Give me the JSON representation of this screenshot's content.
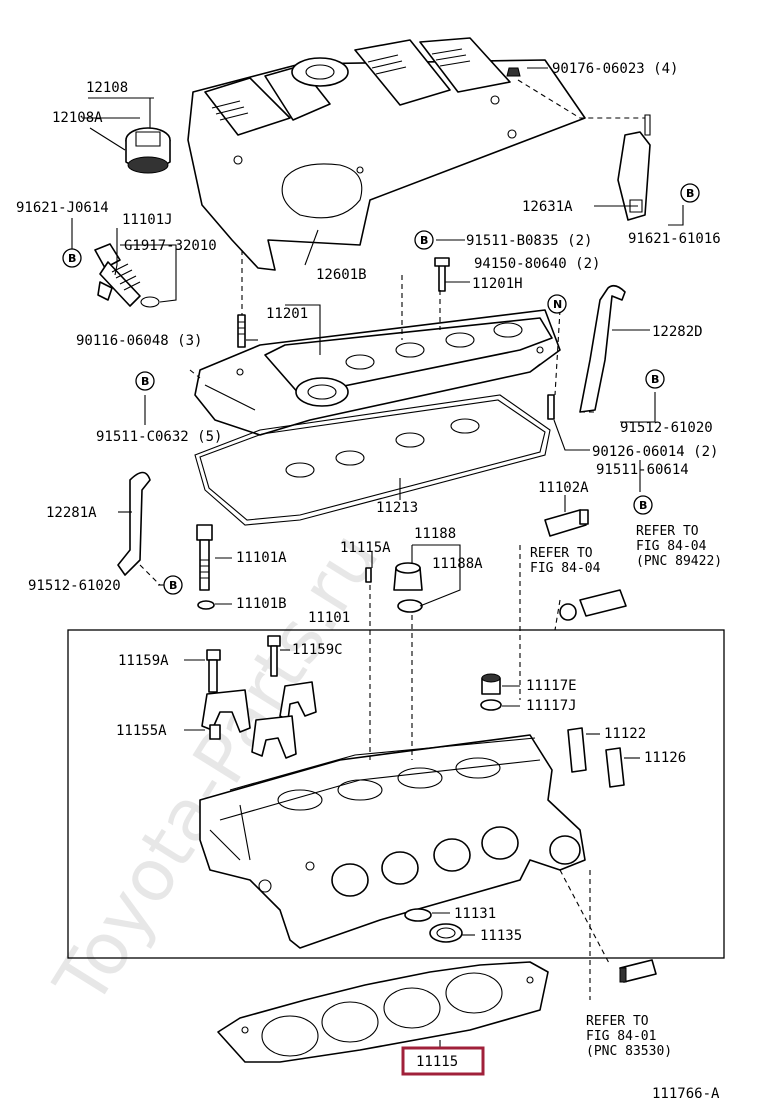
{
  "watermark": "Toyota-Parts.ru",
  "figure_code": "111766-A",
  "highlighted_part": "11115",
  "part_labels": {
    "p12108": "12108",
    "p12108A": "12108A",
    "p91621J0614": "91621-J0614",
    "p11101J": "11101J",
    "pG191732010": "G1917-32010",
    "p12601B": "12601B",
    "p90176": "90176-06023 (4)",
    "p12631A": "12631A",
    "p9162161016": "91621-61016",
    "p91511B0835": "91511-B0835 (2)",
    "p94150": "94150-80640 (2)",
    "p11201H": "11201H",
    "p11201": "11201",
    "p90116": "90116-06048 (3)",
    "p12282D": "12282D",
    "p91511C0632": "91511-C0632 (5)",
    "p9151261020a": "91512-61020",
    "p90126": "90126-06014 (2)",
    "p9151160614": "91511-60614",
    "p11213": "11213",
    "p11102A": "11102A",
    "p12281A": "12281A",
    "p11188": "11188",
    "p11115A": "11115A",
    "p11188A": "11188A",
    "p11101A": "11101A",
    "p11101B": "11101B",
    "p9151261020b": "91512-61020",
    "p11101": "11101",
    "p11159A": "11159A",
    "p11159C": "11159C",
    "p11117E": "11117E",
    "p11117J": "11117J",
    "p11155A": "11155A",
    "p11122": "11122",
    "p11126": "11126",
    "p11131": "11131",
    "p11135": "11135"
  },
  "callouts": {
    "b": "B",
    "n": "N"
  },
  "references": {
    "ref1_l1": "REFER TO",
    "ref1_l2": "FIG 84-04",
    "ref2_l1": "REFER TO",
    "ref2_l2": "FIG 84-04",
    "ref2_l3": "(PNC 89422)",
    "ref3_l1": "REFER TO",
    "ref3_l2": "FIG 84-01",
    "ref3_l3": "(PNC 83530)"
  },
  "colors": {
    "highlight": "#a0203a",
    "ink": "#000000",
    "background": "#ffffff"
  }
}
